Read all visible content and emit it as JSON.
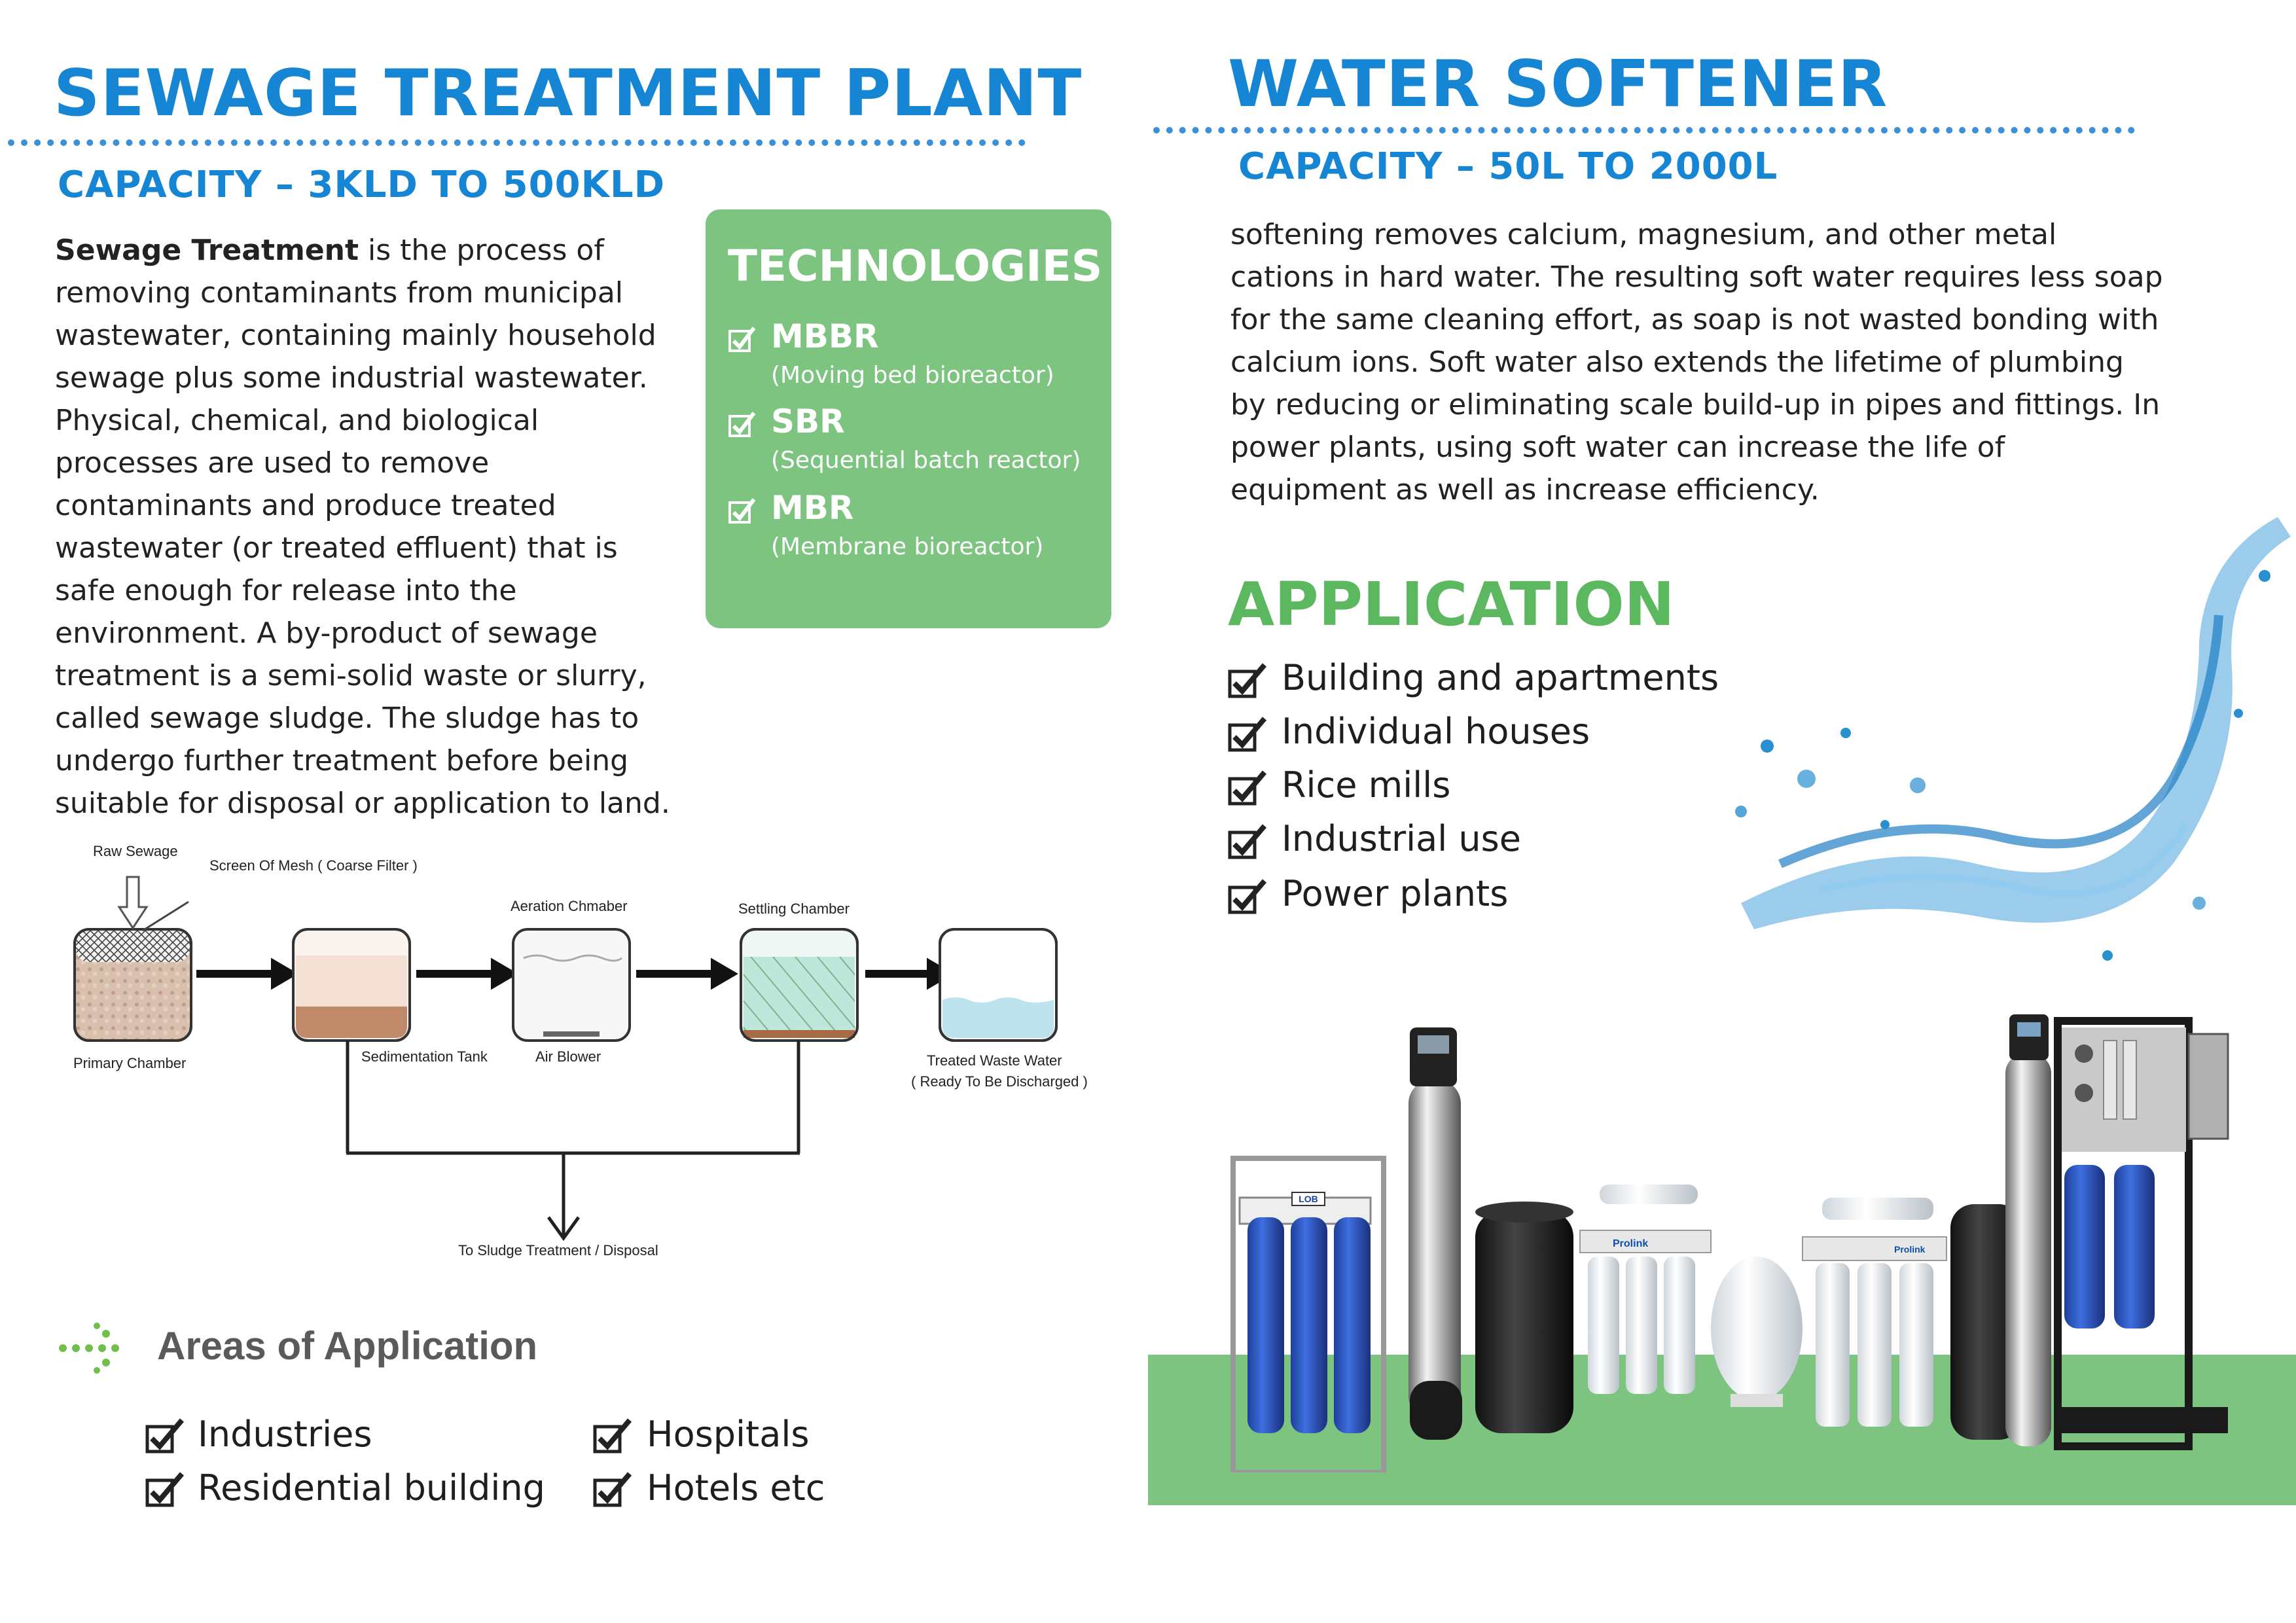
{
  "left": {
    "title": "SEWAGE TREATMENT PLANT",
    "capacity": "CAPACITY – 3KLD TO 500KLD",
    "intro_bold": "Sewage Treatment",
    "intro_rest": " is the process of removing contaminants from municipal wastewater, containing mainly household sewage plus some industrial wastewater. Physical, chemical, and biological processes are used to remove contaminants and produce treated wastewater (or treated effluent) that is safe enough for release into the environment. A by-product of sewage treatment is a semi-solid waste or slurry, called sewage sludge. The sludge has to undergo further treatment before being suitable for disposal or application to land.",
    "technologies": {
      "title": "TECHNOLOGIES",
      "items": [
        {
          "name": "MBBR",
          "desc": "(Moving bed bioreactor)"
        },
        {
          "name": "SBR",
          "desc": "(Sequential batch reactor)"
        },
        {
          "name": "MBR",
          "desc": "(Membrane bioreactor)"
        }
      ]
    },
    "diagram": {
      "raw_sewage": "Raw Sewage",
      "screen": "Screen Of Mesh ( Coarse Filter )",
      "aeration": "Aeration Chmaber",
      "settling": "Settling Chamber",
      "primary": "Primary Chamber",
      "sedimentation": "Sedimentation Tank",
      "air_blower": "Air Blower",
      "treated_1": "Treated Waste Water",
      "treated_2": "( Ready To Be Discharged )",
      "sludge": "To Sludge Treatment / Disposal"
    },
    "areas": {
      "title": "Areas of Application",
      "items": [
        "Industries",
        "Hospitals",
        "Residential building",
        "Hotels etc"
      ]
    }
  },
  "right": {
    "title": "WATER SOFTENER",
    "capacity": "CAPACITY – 50L TO 2000L",
    "para": "softening removes calcium, magnesium, and other metal cations in hard water. The resulting soft water requires less soap for the same cleaning effort, as soap is not wasted bonding with calcium ions. Soft water also extends the lifetime of plumbing by reducing or eliminating scale build-up in pipes and fittings. In power plants, using soft water can increase the life of equipment as well as increase efficiency.",
    "application": {
      "title": "APPLICATION",
      "items": [
        "Building and apartments",
        "Individual houses",
        "Rice mills",
        "Industrial use",
        "Power plants"
      ]
    },
    "product_labels": [
      "LOB",
      "Prolink",
      "Prolink"
    ]
  },
  "colors": {
    "heading_blue": "#1685d4",
    "tech_green": "#7cc47f",
    "app_green": "#5cb85f",
    "ground_green": "#7cc47f",
    "water_blue": "#2a8fd0"
  }
}
